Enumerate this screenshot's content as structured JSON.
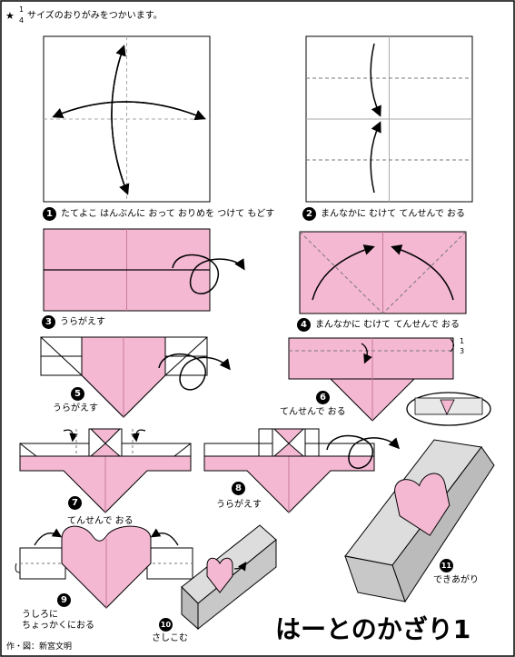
{
  "header": {
    "star": "★",
    "fraction_num": "1",
    "fraction_den": "4",
    "note": "サイズのおりがみをつかいます。"
  },
  "steps": [
    {
      "num": "1",
      "text": "たてよこ はんぶんに おって おりめを つけて もどす"
    },
    {
      "num": "2",
      "text": "まんなかに むけて てんせんで おる"
    },
    {
      "num": "3",
      "text": "うらがえす"
    },
    {
      "num": "4",
      "text": "まんなかに むけて てんせんで おる"
    },
    {
      "num": "5",
      "text": "うらがえす"
    },
    {
      "num": "6",
      "text": "てんせんで おる"
    },
    {
      "num": "7",
      "text": "てんせんで おる"
    },
    {
      "num": "8",
      "text": "うらがえす"
    },
    {
      "num": "9",
      "text_line1": "うしろに",
      "text_line2": "ちょっかくにおる"
    },
    {
      "num": "10",
      "text": "さしこむ"
    },
    {
      "num": "11",
      "text": "できあがり"
    }
  ],
  "step6_fraction": {
    "num": "1",
    "den": "3"
  },
  "title": "はーとのかざり1",
  "credit": "作・図：新宮文明",
  "colors": {
    "pink": "#f5b8d2",
    "pink_line": "#c77a9a",
    "grey": "#c8c8c8",
    "stroke": "#000000"
  }
}
